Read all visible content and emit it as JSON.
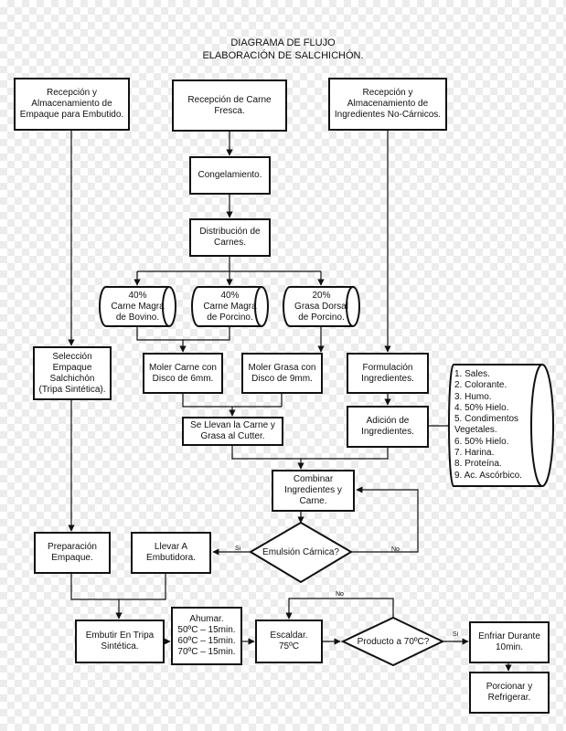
{
  "title": {
    "line1": "DIAGRAMA DE FLUJO",
    "line2": "ELABORACIÓN DE SALCHICHÓN."
  },
  "nodes": {
    "recepcion_empaque": "Recepción y\nAlmacenamiento de\nEmpaque para Embutido.",
    "recepcion_carne": "Recepción de Carne\nFresca.",
    "recepcion_ingredientes": "Recepción y\nAlmacenamiento de\nIngredientes No-Cárnicos.",
    "congelamiento": "Congelamiento.",
    "distribucion": "Distribución de\nCarnes.",
    "carne_bovino": "40%\nCarne Magra\nde Bovino.",
    "carne_porcino": "40%\nCarne Magra\nde Porcino.",
    "grasa_dorsal": "20%\nGrasa Dorsal\nde Porcino.",
    "seleccion_empaque": "Selección\nEmpaque\nSalchichón\n(Tripa Sintética).",
    "moler_carne": "Moler Carne con\nDisco de 6mm.",
    "moler_grasa": "Moler Grasa con\nDisco de 9mm.",
    "formulacion": "Formulación\nIngredientes.",
    "llevar_cutter": "Se Llevan la Carne y\nGrasa al Cutter.",
    "adicion": "Adición de\nIngredientes.",
    "combinar": "Combinar\nIngredientes y\nCarne.",
    "emulsion": "Emulsión Cárnica?",
    "preparacion": "Preparación\nEmpaque.",
    "llevar_embutidora": "Llevar A\nEmbutidora.",
    "embutir": "Embutir En Tripa\nSintética.",
    "ahumar": "Ahumar.\n50ºC – 15min.\n60ºC – 15min.\n70ºC – 15min.",
    "escaldar": "Escaldar.\n75ºC",
    "producto": "Producto a 70ºC?",
    "enfriar": "Enfriar Durante\n10min.",
    "porcionar": "Porcionar y\nRefrigerar."
  },
  "ingredients": [
    "1. Sales.",
    "2. Colorante.",
    "3. Humo.",
    "4. 50% Hielo.",
    "5. Condimentos\nVegetales.",
    "6. 50% Hielo.",
    "7. Harina.",
    "8. Proteína.",
    "9. Ac. Ascórbico."
  ],
  "labels": {
    "emulsion_yes": "Si",
    "emulsion_no": "No",
    "producto_yes": "Si",
    "producto_no": "No"
  }
}
